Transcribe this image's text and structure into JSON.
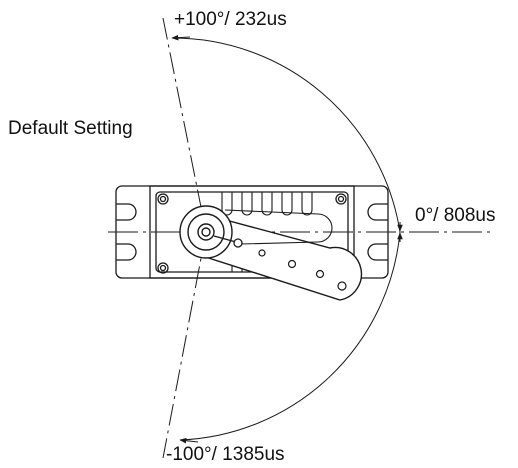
{
  "labels": {
    "default_setting": "Default Setting",
    "plus_100": "+100°/ 232us",
    "zero": "0°/ 808us",
    "minus_100": "-100°/ 1385us"
  },
  "colors": {
    "line": "#1a1a1a",
    "background": "#ffffff"
  }
}
